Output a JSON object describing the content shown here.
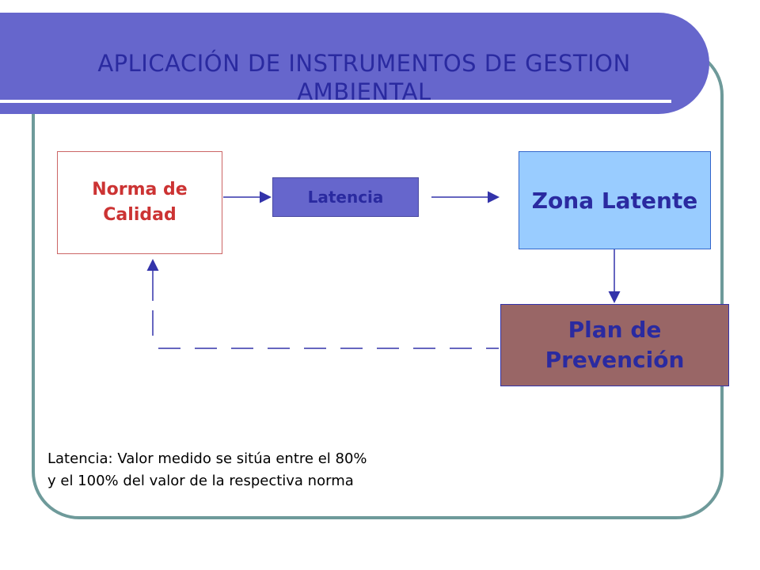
{
  "title": "APLICACIÓN DE INSTRUMENTOS DE GESTION AMBIENTAL",
  "nodes": {
    "norma": "Norma de\nCalidad",
    "latencia": "Latencia",
    "zona": "Zona Latente",
    "plan": "Plan de\nPrevención"
  },
  "note": "Latencia: Valor medido se sitúa entre el 80%\ny el 100% del valor de la respectiva norma",
  "colors": {
    "title_band": "#6666cc",
    "title_text": "#2a2aa0",
    "frame": "#6e9a9a",
    "norma_text": "#cc3333",
    "zona_fill": "#99ccff",
    "plan_fill": "#996666",
    "arrow": "#3333aa"
  }
}
